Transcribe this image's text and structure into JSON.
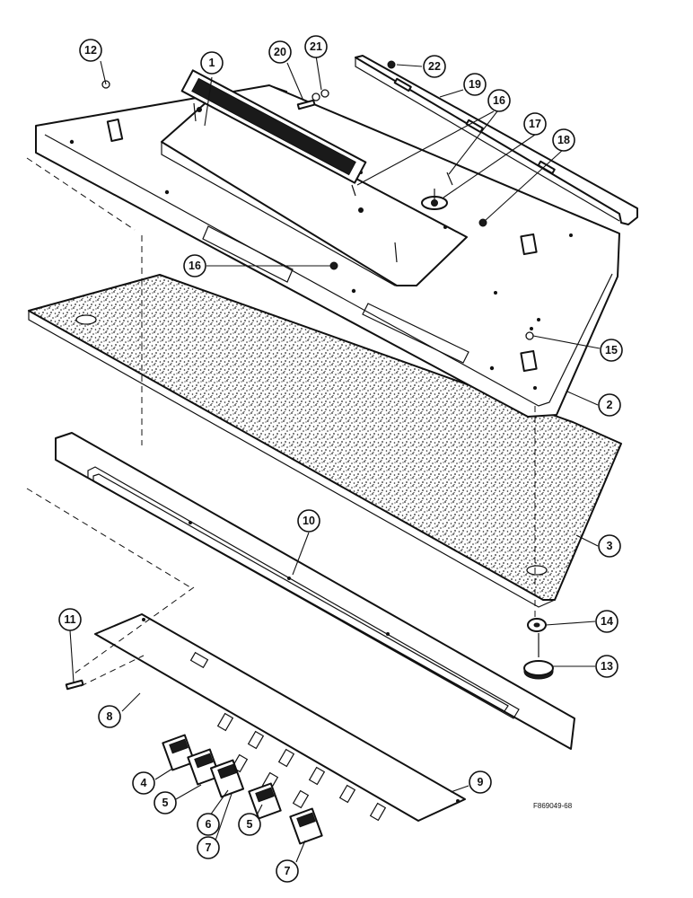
{
  "figure_ref": "F869049-68",
  "callouts": [
    {
      "id": "c1",
      "label": "1"
    },
    {
      "id": "c2",
      "label": "2"
    },
    {
      "id": "c3",
      "label": "3"
    },
    {
      "id": "c4",
      "label": "4"
    },
    {
      "id": "c5a",
      "label": "5"
    },
    {
      "id": "c5b",
      "label": "5"
    },
    {
      "id": "c6",
      "label": "6"
    },
    {
      "id": "c7a",
      "label": "7"
    },
    {
      "id": "c7b",
      "label": "7"
    },
    {
      "id": "c8",
      "label": "8"
    },
    {
      "id": "c9",
      "label": "9"
    },
    {
      "id": "c10",
      "label": "10"
    },
    {
      "id": "c11",
      "label": "11"
    },
    {
      "id": "c12",
      "label": "12"
    },
    {
      "id": "c13",
      "label": "13"
    },
    {
      "id": "c14",
      "label": "14"
    },
    {
      "id": "c15",
      "label": "15"
    },
    {
      "id": "c16a",
      "label": "16"
    },
    {
      "id": "c16b",
      "label": "16"
    },
    {
      "id": "c17",
      "label": "17"
    },
    {
      "id": "c18",
      "label": "18"
    },
    {
      "id": "c19",
      "label": "19"
    },
    {
      "id": "c20",
      "label": "20"
    },
    {
      "id": "c21",
      "label": "21"
    },
    {
      "id": "c22",
      "label": "22"
    }
  ]
}
